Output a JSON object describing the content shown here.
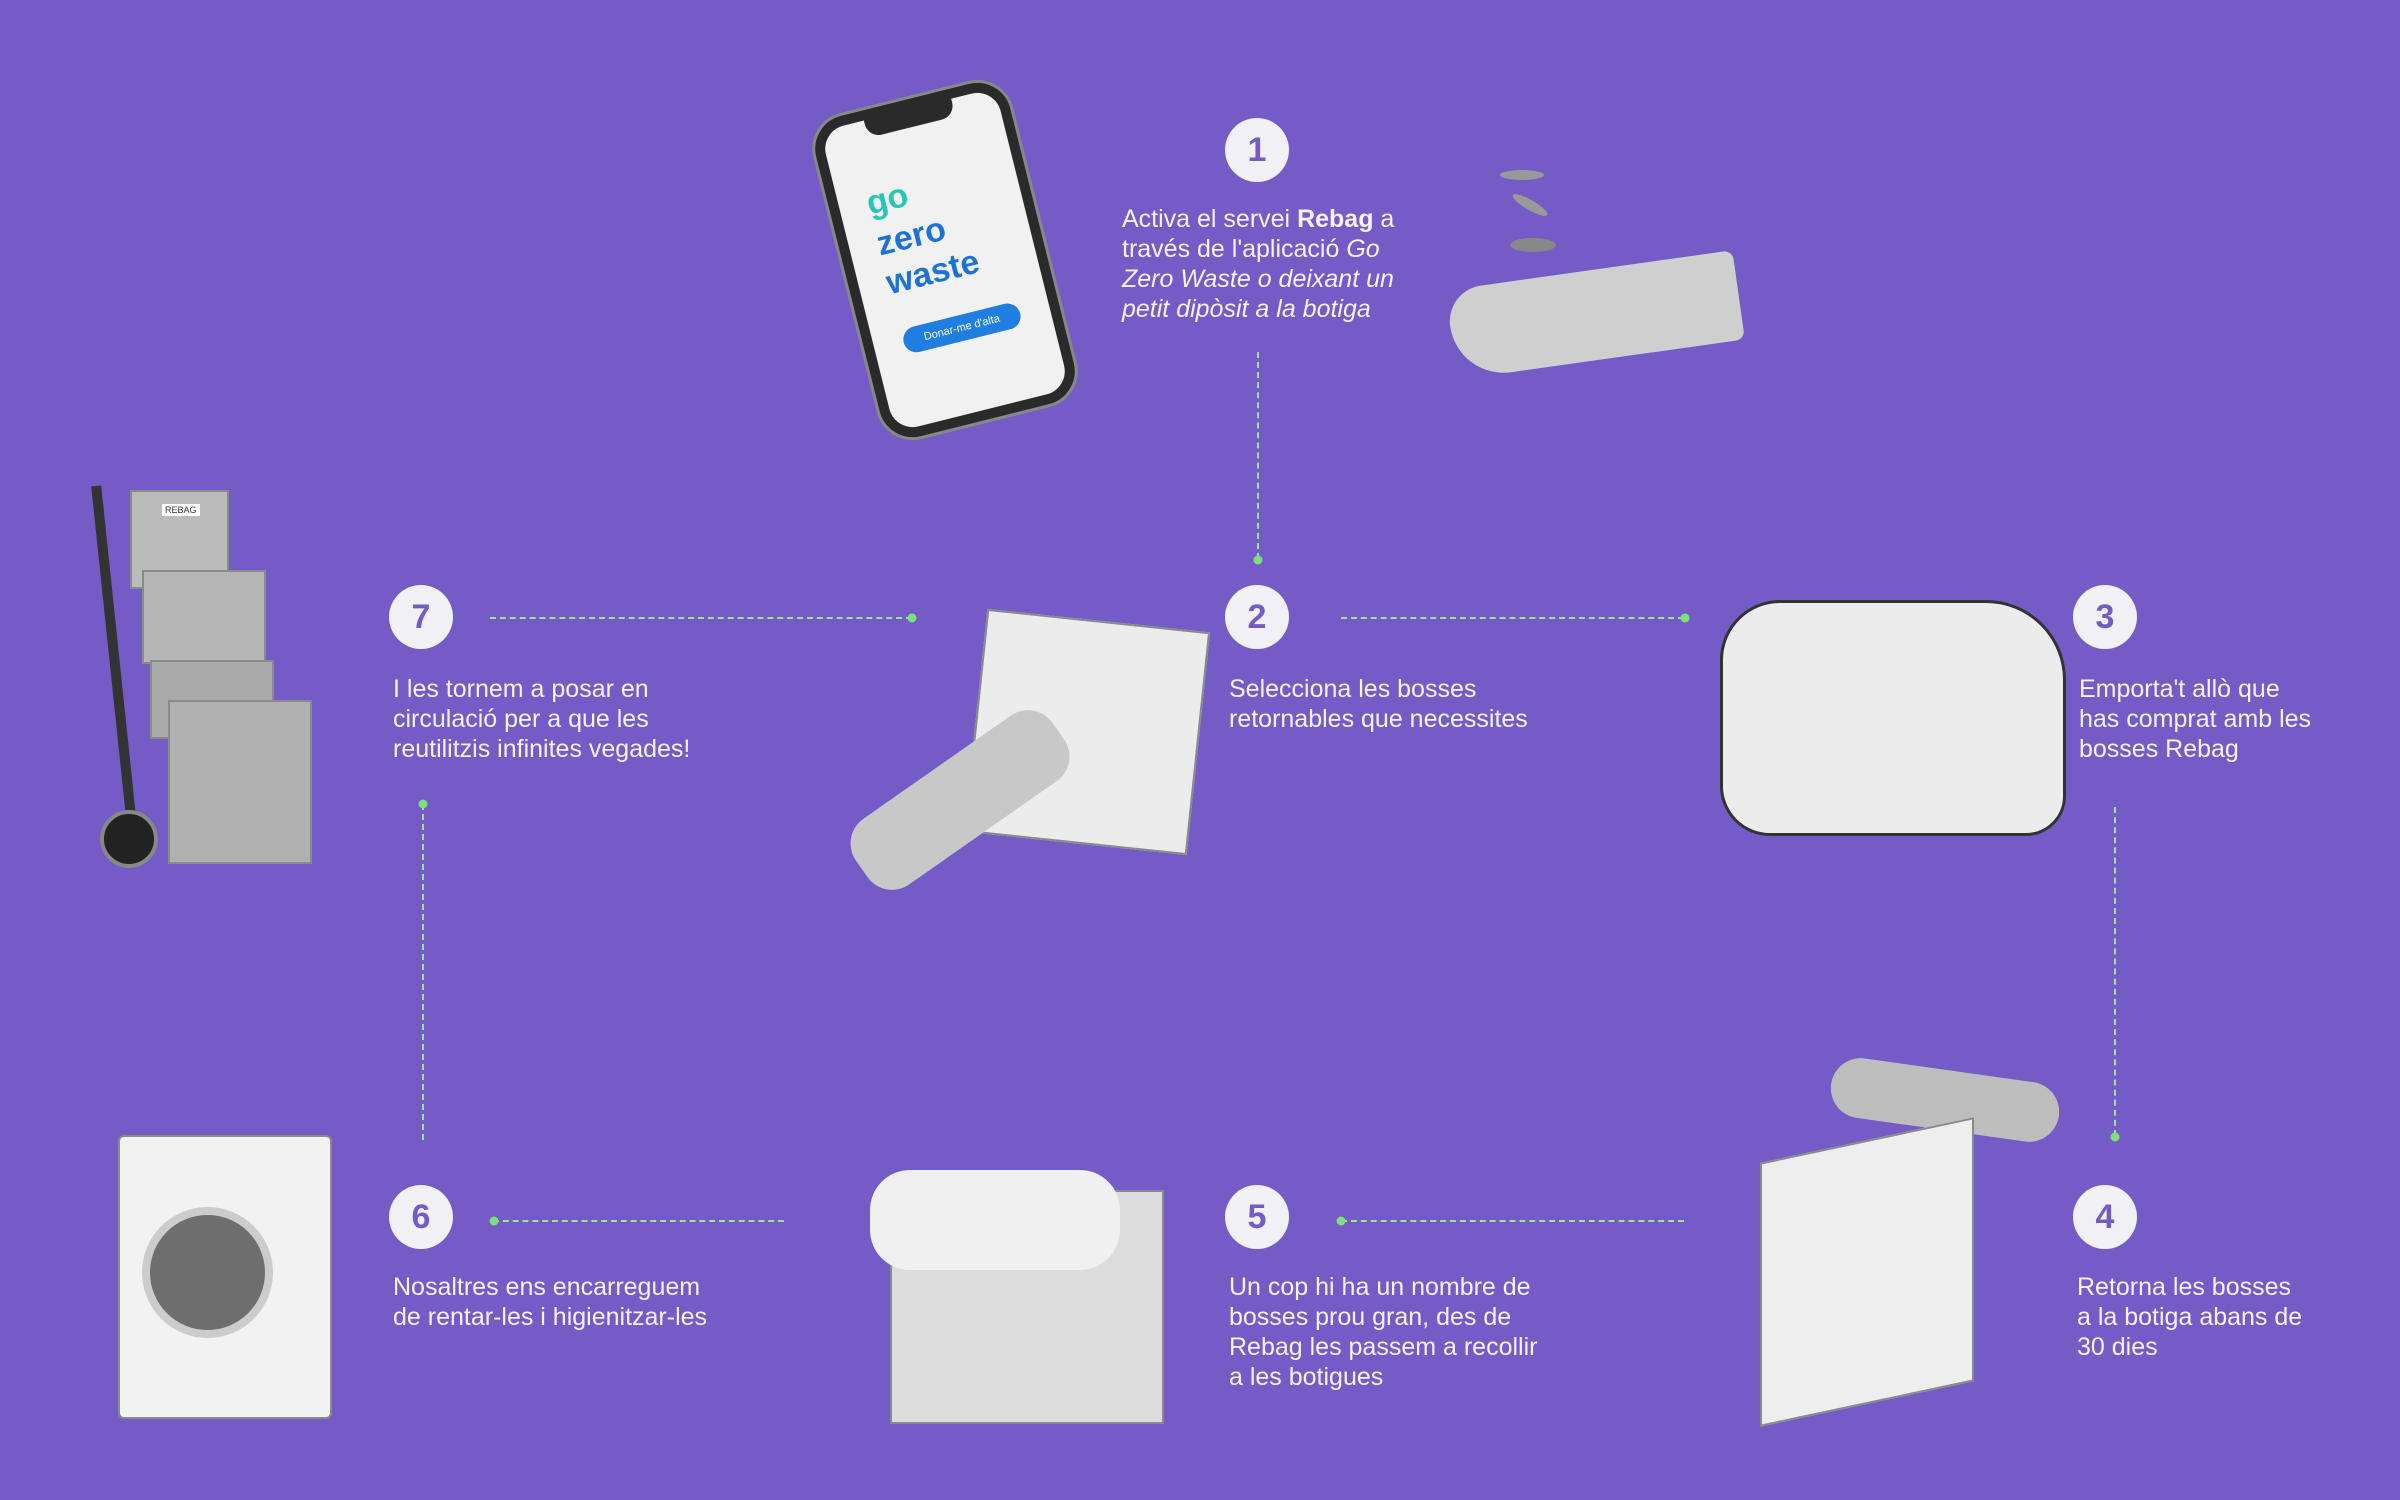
{
  "phone": {
    "logo_top": "go",
    "logo_mid": "zero",
    "logo_bottom": "waste",
    "button": "Donar-me d'alta"
  },
  "trolley_label": "REBAG",
  "steps": [
    {
      "number": "1",
      "text_parts": [
        "Activa el servei ",
        "Rebag",
        " a\ntravés de l'aplicació ",
        "Go\nZero Waste o deixant un\npetit dipòsit a la botiga"
      ]
    },
    {
      "number": "2",
      "text": "Selecciona les bosses\nretornables que necessites"
    },
    {
      "number": "3",
      "text": "Emporta't allò que\nhas comprat amb les\nbosses Rebag"
    },
    {
      "number": "4",
      "text": "Retorna les bosses\na la botiga abans de\n30 dies"
    },
    {
      "number": "5",
      "text": "Un cop hi ha un nombre de\nbosses prou gran, des de\nRebag les passem a recollir\na les botigues"
    },
    {
      "number": "6",
      "text": "Nosaltres ens encarreguem\nde rentar-les i higienitzar-les"
    },
    {
      "number": "7",
      "text": "I les tornem a posar en\ncirculació per a que les\nreutilitzis infinites vegades!"
    }
  ],
  "colors": {
    "background": "#745bc6",
    "connector": "#9fe39a",
    "circle": "#f1f0f4"
  }
}
